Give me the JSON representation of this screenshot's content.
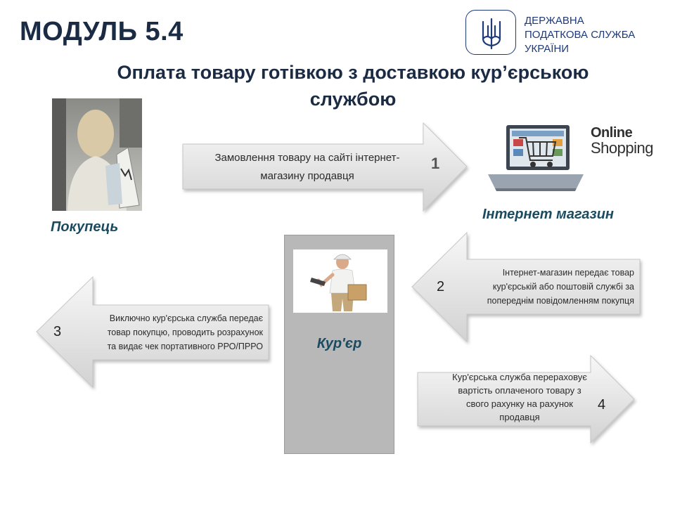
{
  "header": {
    "module_title": "МОДУЛЬ 5.4",
    "org_name": [
      "ДЕРЖАВНА",
      "ПОДАТКОВА СЛУЖБА",
      "УКРАЇНИ"
    ],
    "subtitle_lines": [
      "Оплата товару готівкою з доставкою кур’єрською",
      "службою"
    ]
  },
  "actors": {
    "buyer": "Покупець",
    "shop": "Інтернет магазин",
    "courier": "Кур'єр"
  },
  "shop_logo": {
    "line1": "Online",
    "line2": "Shopping"
  },
  "steps": [
    {
      "number": "1",
      "lines": [
        "Замовлення товару на сайті інтернет-",
        "магазину продавця"
      ]
    },
    {
      "number": "2",
      "lines": [
        "Інтернет-магазин передає товар",
        "кур'єрській або поштовій службі за",
        "попереднім повідомленням покупця"
      ]
    },
    {
      "number": "3",
      "lines": [
        "Виключно кур'єрська служба передає",
        "товар покупцю, проводить розрахунок",
        "та видає чек портативного РРО/ПРРО"
      ]
    },
    {
      "number": "4",
      "lines": [
        "Кур'єрська служба перераховує",
        "вартість оплаченого товару з",
        "свого рахунку на рахунок",
        "продавця"
      ]
    }
  ],
  "colors": {
    "title": "#1b2b44",
    "actor_label": "#1b4b60",
    "logo": "#1f3a78",
    "courier_panel": "#b8b8b8",
    "arrow_light": "#f4f4f4",
    "arrow_dark": "#cfcfcf"
  },
  "icons": {
    "emblem": "trident-icon",
    "buyer": "shopper-woman-photo",
    "shop": "laptop-shopping-cart-photo",
    "courier": "delivery-man-photo"
  }
}
